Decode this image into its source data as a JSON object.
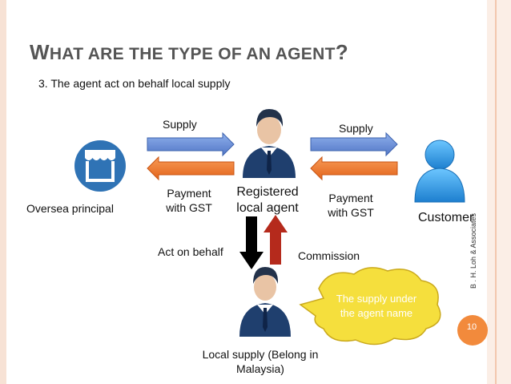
{
  "slide": {
    "title_first": "W",
    "title_rest": "HAT ARE THE TYPE OF AN AGENT",
    "title_q": "?",
    "subtitle": "3. The agent act on behalf local supply"
  },
  "nodes": {
    "principal": "Oversea principal",
    "agent_line1": "Registered",
    "agent_line2": "local agent",
    "customer": "Customer",
    "local_line1": "Local supply (Belong in",
    "local_line2": "Malaysia)"
  },
  "flows": {
    "supply_left": "Supply",
    "supply_right": "Supply",
    "payment_left_1": "Payment",
    "payment_left_2": "with GST",
    "payment_right_1": "Payment",
    "payment_right_2": "with GST",
    "act_on_behalf": "Act on behalf",
    "commission": "Commission"
  },
  "callout": {
    "line1": "The supply under",
    "line2": "the agent name"
  },
  "footer": {
    "credit": "B . H. Loh & Associates",
    "page_number": "10"
  },
  "colors": {
    "supply_arrow": "#6b8fd6",
    "payment_arrow": "#f07b2c",
    "down_arrow": "#000000",
    "up_arrow": "#b52a1c",
    "cloud": "#f5df3d",
    "shop_icon": "#2f73b5",
    "person_suit": "#1f3f6e",
    "customer_icon": "#2a8fdc"
  }
}
